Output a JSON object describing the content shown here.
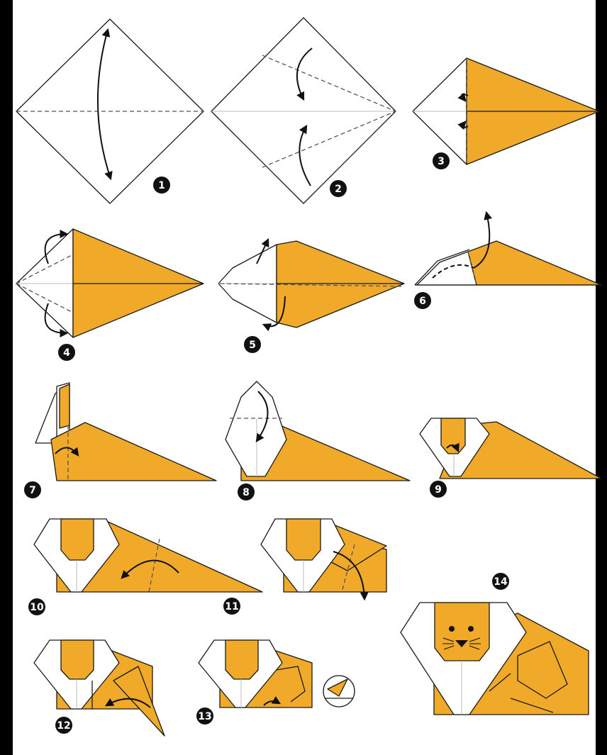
{
  "steps": [
    {
      "number": "1"
    },
    {
      "number": "2"
    },
    {
      "number": "3"
    },
    {
      "number": "4"
    },
    {
      "number": "5"
    },
    {
      "number": "6"
    },
    {
      "number": "7"
    },
    {
      "number": "8"
    },
    {
      "number": "9"
    },
    {
      "number": "10"
    },
    {
      "number": "11"
    },
    {
      "number": "12"
    },
    {
      "number": "13"
    },
    {
      "number": "14"
    }
  ],
  "colors": {
    "paper_colored": "#f0a928",
    "paper_white": "#ffffff",
    "outline": "#1a1a1a",
    "border": "#000000"
  },
  "subject": "origami-lion"
}
